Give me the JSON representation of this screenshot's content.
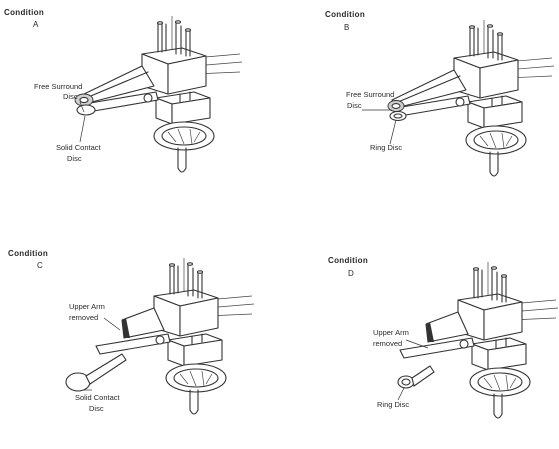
{
  "panels": [
    {
      "id": "A",
      "condition": "Condition",
      "letter": "A",
      "labels": [
        "Free Surround Disc",
        "Solid Contact Disc"
      ],
      "label_lines": [
        [
          "Free Surround",
          "Disc"
        ],
        [
          "Solid Contact",
          "Disc"
        ]
      ]
    },
    {
      "id": "B",
      "condition": "Condition",
      "letter": "B",
      "labels": [
        "Free Surround Disc",
        "Ring Disc"
      ],
      "label_lines": [
        [
          "Free Surround",
          "Disc"
        ],
        [
          "Ring Disc"
        ]
      ]
    },
    {
      "id": "C",
      "condition": "Condition",
      "letter": "C",
      "labels": [
        "Upper Arm removed",
        "Solid Contact Disc"
      ],
      "label_lines": [
        [
          "Upper Arm",
          "removed"
        ],
        [
          "Solid Contact",
          "Disc"
        ]
      ]
    },
    {
      "id": "D",
      "condition": "Condition",
      "letter": "D",
      "labels": [
        "Upper Arm removed",
        "Ring Disc"
      ],
      "label_lines": [
        [
          "Upper Arm",
          "removed"
        ],
        [
          "Ring Disc"
        ]
      ]
    }
  ]
}
